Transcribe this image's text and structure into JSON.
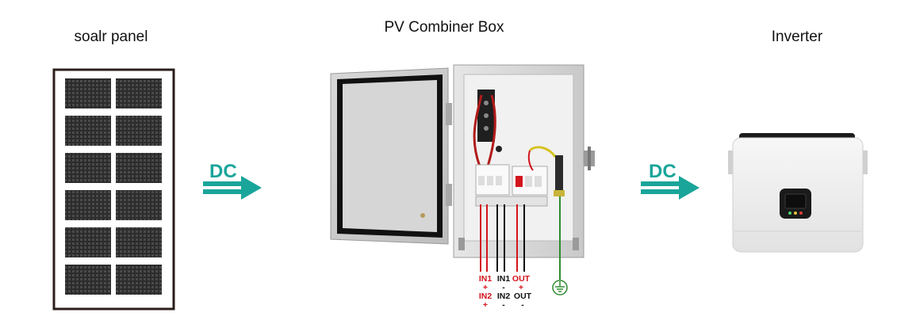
{
  "labels": {
    "solar_panel": "soalr panel",
    "combiner_box": "PV Combiner Box",
    "inverter": "Inverter"
  },
  "arrows": [
    {
      "text": "DC"
    },
    {
      "text": "DC"
    }
  ],
  "wires": {
    "in1_pos": {
      "name": "IN1",
      "sign": "+"
    },
    "in1_neg": {
      "name": "IN1",
      "sign": "-"
    },
    "out_pos": {
      "name": "OUT",
      "sign": "+"
    },
    "in2_pos": {
      "name": "IN2",
      "sign": "+"
    },
    "in2_neg": {
      "name": "IN2",
      "sign": "-"
    },
    "out_neg": {
      "name": "OUT",
      "sign": "-"
    }
  },
  "colors": {
    "arrow": "#1aa59a",
    "positive_wire": "#d3141c",
    "negative_wire": "#111111",
    "ground_wire": "#2e8b2e"
  },
  "icons": [
    "solar-panel-icon",
    "combiner-box-icon",
    "inverter-icon",
    "ground-symbol-icon",
    "arrow-right-icon"
  ]
}
